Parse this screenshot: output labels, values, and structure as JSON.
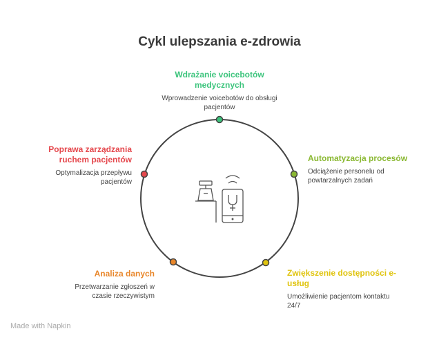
{
  "title": "Cykl ulepszania e-zdrowia",
  "colors": {
    "green": "#3cc47c",
    "lime": "#8ab832",
    "yellow": "#e0c40e",
    "orange": "#e8862a",
    "red": "#e5484d"
  },
  "steps": [
    {
      "title": "Wdrażanie voicebotów medycznych",
      "desc": "Wprowadzenie voicebotów do obsługi pacjentów"
    },
    {
      "title": "Automatyzacja procesów",
      "desc": "Odciążenie personelu od powtarzalnych zadań"
    },
    {
      "title": "Zwiększenie dostępności e-usług",
      "desc": "Umożliwienie pacjentom kontaktu 24/7"
    },
    {
      "title": "Analiza danych",
      "desc": "Przetwarzanie zgłoszeń w czasie rzeczywistym"
    },
    {
      "title": "Poprawa zarządzania ruchem pacjentów",
      "desc": "Optymalizacja przepływu pacjentów"
    }
  ],
  "center_icon": "cash-register-and-smartphone-voice-icon",
  "footer": "Made with Napkin"
}
